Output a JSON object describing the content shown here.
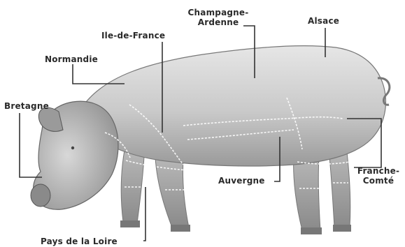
{
  "diagram": {
    "subject_icon": "pig-illustration",
    "regions": [
      {
        "id": "champagne",
        "lines": [
          "Champagne-",
          "Ardenne"
        ]
      },
      {
        "id": "alsace",
        "lines": [
          "Alsace"
        ]
      },
      {
        "id": "ile",
        "lines": [
          "Ile-de-France"
        ]
      },
      {
        "id": "normandie",
        "lines": [
          "Normandie"
        ]
      },
      {
        "id": "bretagne",
        "lines": [
          "Bretagne"
        ]
      },
      {
        "id": "auvergne",
        "lines": [
          "Auvergne"
        ]
      },
      {
        "id": "franche",
        "lines": [
          "Franche-",
          "Comté"
        ]
      },
      {
        "id": "pays",
        "lines": [
          "Pays de la Loire"
        ]
      }
    ]
  }
}
